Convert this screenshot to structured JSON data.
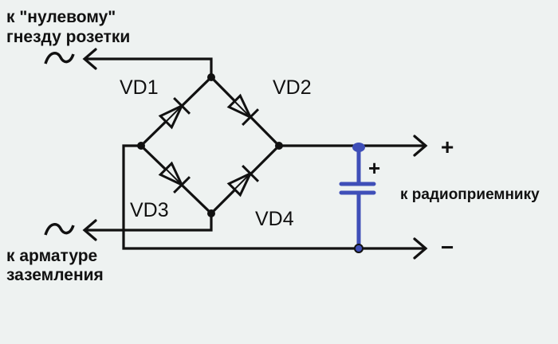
{
  "labels": {
    "top_left_line1": "к \"нулевому\"",
    "top_left_line2": "гнезду розетки",
    "bottom_left_line1": "к арматуре",
    "bottom_left_line2": "заземления",
    "output": "к радиоприемнику",
    "ac_symbol_top": "~",
    "ac_symbol_bottom": "~",
    "output_plus": "+",
    "output_minus": "−",
    "capacitor_polarity": "+"
  },
  "components": {
    "diodes": [
      {
        "id": "VD1",
        "label": "VD1"
      },
      {
        "id": "VD2",
        "label": "VD2"
      },
      {
        "id": "VD3",
        "label": "VD3"
      },
      {
        "id": "VD4",
        "label": "VD4"
      }
    ],
    "capacitor": {
      "type": "electrolytic",
      "color": "#3f4fb8"
    }
  },
  "colors": {
    "wire": "#111111",
    "capacitor": "#3f4fb8",
    "background": "#eef2f1"
  }
}
